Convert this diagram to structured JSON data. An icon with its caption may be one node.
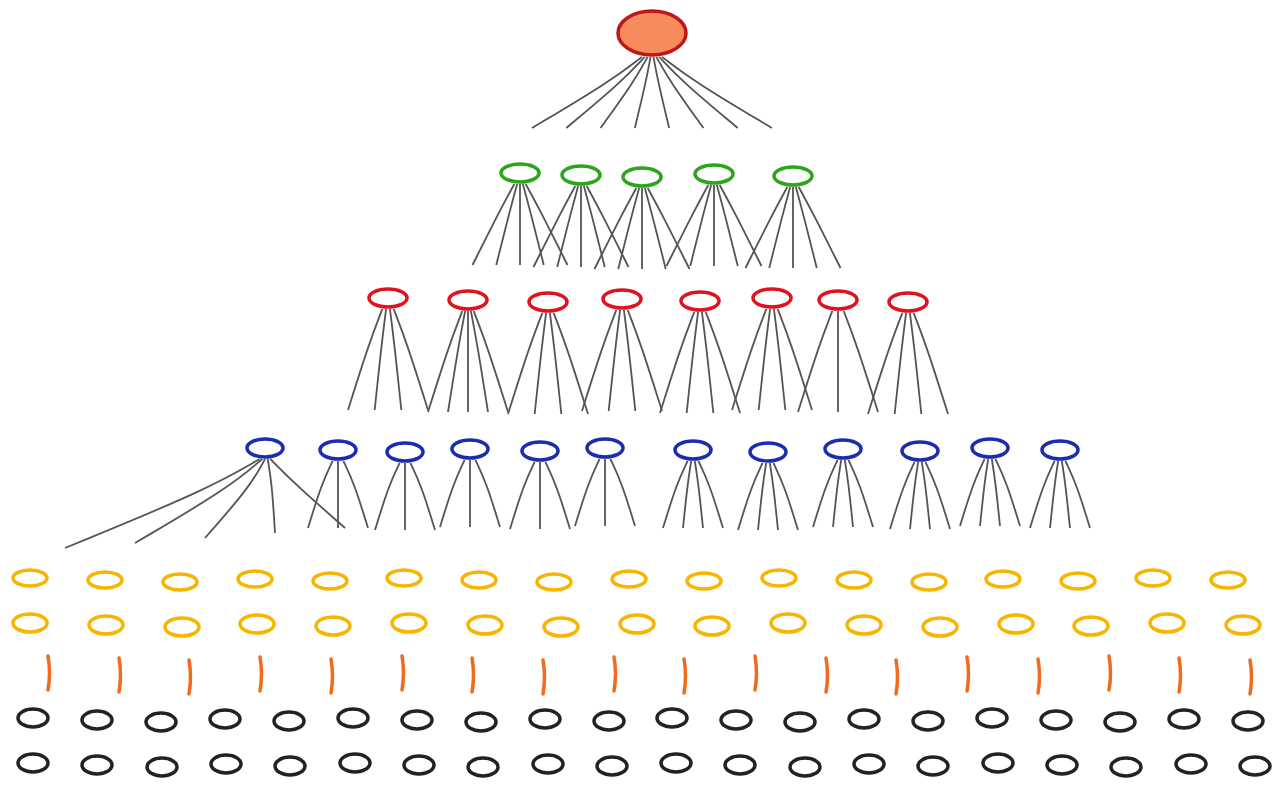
{
  "diagram": {
    "nodes": [
      {
        "text": [],
        "shape": "circle"
      },
      {
        "text": [],
        "shape": "circle"
      },
      {
        "text": [],
        "shape": "circle"
      },
      {
        "text": [],
        "shape": "circle"
      },
      {
        "text": [],
        "shape": "circle"
      },
      {
        "text": [],
        "shape": "circle"
      },
      {
        "text": [],
        "shape": "circle"
      },
      {
        "text": [],
        "shape": "circle"
      },
      {
        "text": [],
        "shape": "circle"
      },
      {
        "text": [],
        "shape": "circle"
      },
      {
        "text": [],
        "shape": "circle"
      },
      {
        "text": [],
        "shape": "circle"
      },
      {
        "text": [],
        "shape": "circle"
      },
      {
        "text": [],
        "shape": "circle"
      },
      {
        "text": [],
        "shape": "circle"
      },
      {
        "text": [],
        "shape": "circle"
      },
      {
        "text": [],
        "shape": "circle"
      },
      {
        "text": [],
        "shape": "circle"
      },
      {
        "text": [],
        "shape": "circle"
      },
      {
        "text": [],
        "shape": "circle"
      },
      {
        "text": [],
        "shape": "circle"
      },
      {
        "text": [],
        "shape": "circle"
      },
      {
        "text": [],
        "shape": "circle"
      },
      {
        "text": [],
        "shape": "circle"
      },
      {
        "text": [],
        "shape": "circle"
      },
      {
        "text": [],
        "shape": "circle"
      },
      {
        "text": [],
        "shape": "circle"
      },
      {
        "text": [],
        "shape": "circle"
      },
      {
        "text": [],
        "shape": "circle"
      },
      {
        "text": [],
        "shape": "circle"
      },
      {
        "text": [],
        "shape": "circle"
      },
      {
        "text": [],
        "shape": "circle"
      },
      {
        "text": [],
        "shape": "circle"
      },
      {
        "text": [],
        "shape": "circle"
      },
      {
        "text": [],
        "shape": "circle"
      },
      {
        "text": [],
        "shape": "circle"
      },
      {
        "text": [],
        "shape": "circle"
      },
      {
        "text": [],
        "shape": "circle"
      },
      {
        "text": [],
        "shape": "circle"
      },
      {
        "text": [],
        "shape": "circle"
      },
      {
        "text": [],
        "shape": "circle"
      },
      {
        "text": [],
        "shape": "circle"
      },
      {
        "text": [],
        "shape": "circle"
      },
      {
        "text": [],
        "shape": "circle"
      },
      {
        "text": [],
        "shape": "circle"
      },
      {
        "text": [],
        "shape": "circle"
      },
      {
        "text": [],
        "shape": "circle"
      },
      {
        "text": [],
        "shape": "circle"
      },
      {
        "text": [],
        "shape": "circle"
      },
      {
        "text": [],
        "shape": "circle"
      },
      {
        "text": [],
        "shape": "circle"
      },
      {
        "text": [],
        "shape": "circle"
      },
      {
        "text": [],
        "shape": "circle"
      },
      {
        "text": [],
        "shape": "circle"
      },
      {
        "text": [],
        "shape": "circle"
      },
      {
        "text": [],
        "shape": "circle"
      },
      {
        "text": [],
        "shape": "circle"
      },
      {
        "text": [],
        "shape": "circle"
      },
      {
        "text": [],
        "shape": "circle"
      },
      {
        "text": [],
        "shape": "circle"
      },
      {
        "text": [],
        "shape": "bar"
      },
      {
        "text": [],
        "shape": "bar"
      },
      {
        "text": [],
        "shape": "bar"
      },
      {
        "text": [],
        "shape": "bar"
      },
      {
        "text": [],
        "shape": "bar"
      },
      {
        "text": [],
        "shape": "bar"
      },
      {
        "text": [],
        "shape": "bar"
      },
      {
        "text": [],
        "shape": "bar"
      },
      {
        "text": [],
        "shape": "bar"
      },
      {
        "text": [],
        "shape": "bar"
      },
      {
        "text": [],
        "shape": "bar"
      },
      {
        "text": [],
        "shape": "bar"
      },
      {
        "text": [],
        "shape": "bar"
      },
      {
        "text": [],
        "shape": "bar"
      },
      {
        "text": [],
        "shape": "bar"
      },
      {
        "text": [],
        "shape": "bar"
      },
      {
        "text": [],
        "shape": "bar"
      },
      {
        "text": [],
        "shape": "bar"
      },
      {
        "text": [],
        "shape": "circle"
      },
      {
        "text": [],
        "shape": "circle"
      },
      {
        "text": [],
        "shape": "circle"
      },
      {
        "text": [],
        "shape": "circle"
      },
      {
        "text": [],
        "shape": "circle"
      },
      {
        "text": [],
        "shape": "circle"
      },
      {
        "text": [],
        "shape": "circle"
      },
      {
        "text": [],
        "shape": "circle"
      },
      {
        "text": [],
        "shape": "circle"
      },
      {
        "text": [],
        "shape": "circle"
      },
      {
        "text": [],
        "shape": "circle"
      },
      {
        "text": [],
        "shape": "circle"
      },
      {
        "text": [],
        "shape": "circle"
      },
      {
        "text": [],
        "shape": "circle"
      },
      {
        "text": [],
        "shape": "circle"
      },
      {
        "text": [],
        "shape": "circle"
      },
      {
        "text": [],
        "shape": "circle"
      },
      {
        "text": [],
        "shape": "circle"
      },
      {
        "text": [],
        "shape": "circle"
      },
      {
        "text": [],
        "shape": "circle"
      },
      {
        "text": [],
        "shape": "circle"
      },
      {
        "text": [],
        "shape": "circle"
      },
      {
        "text": [],
        "shape": "circle"
      },
      {
        "text": [],
        "shape": "circle"
      },
      {
        "text": [],
        "shape": "circle"
      },
      {
        "text": [],
        "shape": "circle"
      },
      {
        "text": [],
        "shape": "circle"
      },
      {
        "text": [],
        "shape": "circle"
      },
      {
        "text": [],
        "shape": "circle"
      },
      {
        "text": [],
        "shape": "circle"
      },
      {
        "text": [],
        "shape": "circle"
      },
      {
        "text": [],
        "shape": "circle"
      },
      {
        "text": [],
        "shape": "circle"
      },
      {
        "text": [],
        "shape": "circle"
      },
      {
        "text": [],
        "shape": "circle"
      },
      {
        "text": [],
        "shape": "circle"
      },
      {
        "text": [],
        "shape": "circle"
      },
      {
        "text": [],
        "shape": "circle"
      },
      {
        "text": [],
        "shape": "circle"
      },
      {
        "text": [],
        "shape": "circle"
      }
    ],
    "edges": [
      {
        "from": 0,
        "to": null,
        "arrow": "none"
      },
      {
        "from": 0,
        "to": null,
        "arrow": "none"
      },
      {
        "from": 0,
        "to": null,
        "arrow": "none"
      },
      {
        "from": 0,
        "to": null,
        "arrow": "none"
      },
      {
        "from": 0,
        "to": null,
        "arrow": "none"
      },
      {
        "from": 0,
        "to": null,
        "arrow": "none"
      },
      {
        "from": 0,
        "to": null,
        "arrow": "none"
      },
      {
        "from": 0,
        "to": null,
        "arrow": "none"
      },
      {
        "from": 1,
        "to": null,
        "arrow": "none"
      },
      {
        "from": 1,
        "to": null,
        "arrow": "none"
      },
      {
        "from": 1,
        "to": null,
        "arrow": "none"
      },
      {
        "from": 1,
        "to": null,
        "arrow": "none"
      },
      {
        "from": 1,
        "to": null,
        "arrow": "none"
      },
      {
        "from": 2,
        "to": null,
        "arrow": "none"
      },
      {
        "from": 2,
        "to": null,
        "arrow": "none"
      },
      {
        "from": 2,
        "to": null,
        "arrow": "none"
      },
      {
        "from": 2,
        "to": null,
        "arrow": "none"
      },
      {
        "from": 2,
        "to": null,
        "arrow": "none"
      },
      {
        "from": 3,
        "to": null,
        "arrow": "none"
      },
      {
        "from": 3,
        "to": null,
        "arrow": "none"
      },
      {
        "from": 3,
        "to": null,
        "arrow": "none"
      },
      {
        "from": 3,
        "to": null,
        "arrow": "none"
      },
      {
        "from": 3,
        "to": null,
        "arrow": "none"
      },
      {
        "from": 4,
        "to": null,
        "arrow": "none"
      },
      {
        "from": 4,
        "to": null,
        "arrow": "none"
      },
      {
        "from": 4,
        "to": null,
        "arrow": "none"
      },
      {
        "from": 4,
        "to": null,
        "arrow": "none"
      },
      {
        "from": 4,
        "to": null,
        "arrow": "none"
      },
      {
        "from": 5,
        "to": null,
        "arrow": "none"
      },
      {
        "from": 5,
        "to": null,
        "arrow": "none"
      },
      {
        "from": 5,
        "to": null,
        "arrow": "none"
      },
      {
        "from": 5,
        "to": null,
        "arrow": "none"
      },
      {
        "from": 5,
        "to": null,
        "arrow": "none"
      },
      {
        "from": 6,
        "to": null,
        "arrow": "none"
      },
      {
        "from": 6,
        "to": null,
        "arrow": "none"
      },
      {
        "from": 6,
        "to": null,
        "arrow": "none"
      },
      {
        "from": 6,
        "to": null,
        "arrow": "none"
      },
      {
        "from": 7,
        "to": null,
        "arrow": "none"
      },
      {
        "from": 7,
        "to": null,
        "arrow": "none"
      },
      {
        "from": 7,
        "to": null,
        "arrow": "none"
      },
      {
        "from": 7,
        "to": null,
        "arrow": "none"
      },
      {
        "from": 7,
        "to": null,
        "arrow": "none"
      },
      {
        "from": 8,
        "to": null,
        "arrow": "none"
      },
      {
        "from": 8,
        "to": null,
        "arrow": "none"
      },
      {
        "from": 8,
        "to": null,
        "arrow": "none"
      },
      {
        "from": 8,
        "to": null,
        "arrow": "none"
      },
      {
        "from": 9,
        "to": null,
        "arrow": "none"
      },
      {
        "from": 9,
        "to": null,
        "arrow": "none"
      },
      {
        "from": 9,
        "to": null,
        "arrow": "none"
      },
      {
        "from": 9,
        "to": null,
        "arrow": "none"
      },
      {
        "from": 10,
        "to": null,
        "arrow": "none"
      },
      {
        "from": 10,
        "to": null,
        "arrow": "none"
      },
      {
        "from": 10,
        "to": null,
        "arrow": "none"
      },
      {
        "from": 10,
        "to": null,
        "arrow": "none"
      },
      {
        "from": 11,
        "to": null,
        "arrow": "none"
      },
      {
        "from": 11,
        "to": null,
        "arrow": "none"
      },
      {
        "from": 11,
        "to": null,
        "arrow": "none"
      },
      {
        "from": 11,
        "to": null,
        "arrow": "none"
      },
      {
        "from": 12,
        "to": null,
        "arrow": "none"
      },
      {
        "from": 12,
        "to": null,
        "arrow": "none"
      },
      {
        "from": 12,
        "to": null,
        "arrow": "none"
      },
      {
        "from": 13,
        "to": null,
        "arrow": "none"
      },
      {
        "from": 13,
        "to": null,
        "arrow": "none"
      },
      {
        "from": 13,
        "to": null,
        "arrow": "none"
      },
      {
        "from": 13,
        "to": null,
        "arrow": "none"
      },
      {
        "from": 14,
        "to": null,
        "arrow": "none"
      },
      {
        "from": 14,
        "to": null,
        "arrow": "none"
      },
      {
        "from": 14,
        "to": null,
        "arrow": "none"
      },
      {
        "from": 14,
        "to": null,
        "arrow": "none"
      },
      {
        "from": 14,
        "to": null,
        "arrow": "none"
      },
      {
        "from": 15,
        "to": null,
        "arrow": "none"
      },
      {
        "from": 15,
        "to": null,
        "arrow": "none"
      },
      {
        "from": 15,
        "to": null,
        "arrow": "none"
      },
      {
        "from": 16,
        "to": null,
        "arrow": "none"
      },
      {
        "from": 16,
        "to": null,
        "arrow": "none"
      },
      {
        "from": 16,
        "to": null,
        "arrow": "none"
      },
      {
        "from": 17,
        "to": null,
        "arrow": "none"
      },
      {
        "from": 17,
        "to": null,
        "arrow": "none"
      },
      {
        "from": 17,
        "to": null,
        "arrow": "none"
      },
      {
        "from": 18,
        "to": null,
        "arrow": "none"
      },
      {
        "from": 18,
        "to": null,
        "arrow": "none"
      },
      {
        "from": 18,
        "to": null,
        "arrow": "none"
      },
      {
        "from": 19,
        "to": null,
        "arrow": "none"
      },
      {
        "from": 19,
        "to": null,
        "arrow": "none"
      },
      {
        "from": 19,
        "to": null,
        "arrow": "none"
      },
      {
        "from": 20,
        "to": null,
        "arrow": "none"
      },
      {
        "from": 20,
        "to": null,
        "arrow": "none"
      },
      {
        "from": 20,
        "to": null,
        "arrow": "none"
      },
      {
        "from": 20,
        "to": null,
        "arrow": "none"
      },
      {
        "from": 21,
        "to": null,
        "arrow": "none"
      },
      {
        "from": 21,
        "to": null,
        "arrow": "none"
      },
      {
        "from": 21,
        "to": null,
        "arrow": "none"
      },
      {
        "from": 21,
        "to": null,
        "arrow": "none"
      },
      {
        "from": 22,
        "to": null,
        "arrow": "none"
      },
      {
        "from": 22,
        "to": null,
        "arrow": "none"
      },
      {
        "from": 22,
        "to": null,
        "arrow": "none"
      },
      {
        "from": 22,
        "to": null,
        "arrow": "none"
      },
      {
        "from": 23,
        "to": null,
        "arrow": "none"
      },
      {
        "from": 23,
        "to": null,
        "arrow": "none"
      },
      {
        "from": 23,
        "to": null,
        "arrow": "none"
      },
      {
        "from": 23,
        "to": null,
        "arrow": "none"
      },
      {
        "from": 24,
        "to": null,
        "arrow": "none"
      },
      {
        "from": 24,
        "to": null,
        "arrow": "none"
      },
      {
        "from": 24,
        "to": null,
        "arrow": "none"
      },
      {
        "from": 24,
        "to": null,
        "arrow": "none"
      },
      {
        "from": 25,
        "to": null,
        "arrow": "none"
      },
      {
        "from": 25,
        "to": null,
        "arrow": "none"
      },
      {
        "from": 25,
        "to": null,
        "arrow": "none"
      },
      {
        "from": 25,
        "to": null,
        "arrow": "none"
      }
    ]
  }
}
